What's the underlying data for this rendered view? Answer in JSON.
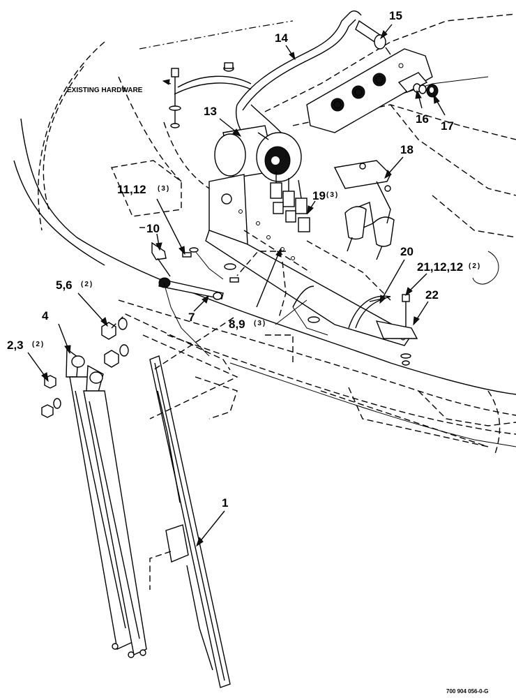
{
  "callouts": {
    "c1": "1",
    "c2_3": "2,3",
    "c2_3_qty": "(2)",
    "c4": "4",
    "c5_6": "5,6",
    "c5_6_qty": "(2)",
    "c7": "7",
    "c8_9": "8,9",
    "c8_9_qty": "(3)",
    "c10": "10",
    "c11_12": "11,12",
    "c11_12_qty": "(3)",
    "c13": "13",
    "c14": "14",
    "c15": "15",
    "c16": "16",
    "c17": "17",
    "c18": "18",
    "c19": "19",
    "c19_qty": "(3)",
    "c20": "20",
    "c21": "21,12,12",
    "c21_qty": "(2)",
    "c22": "22"
  },
  "labels": {
    "existing_hardware": "EXISTING HARDWARE",
    "drawing_number": "700 904 056-0-G"
  }
}
